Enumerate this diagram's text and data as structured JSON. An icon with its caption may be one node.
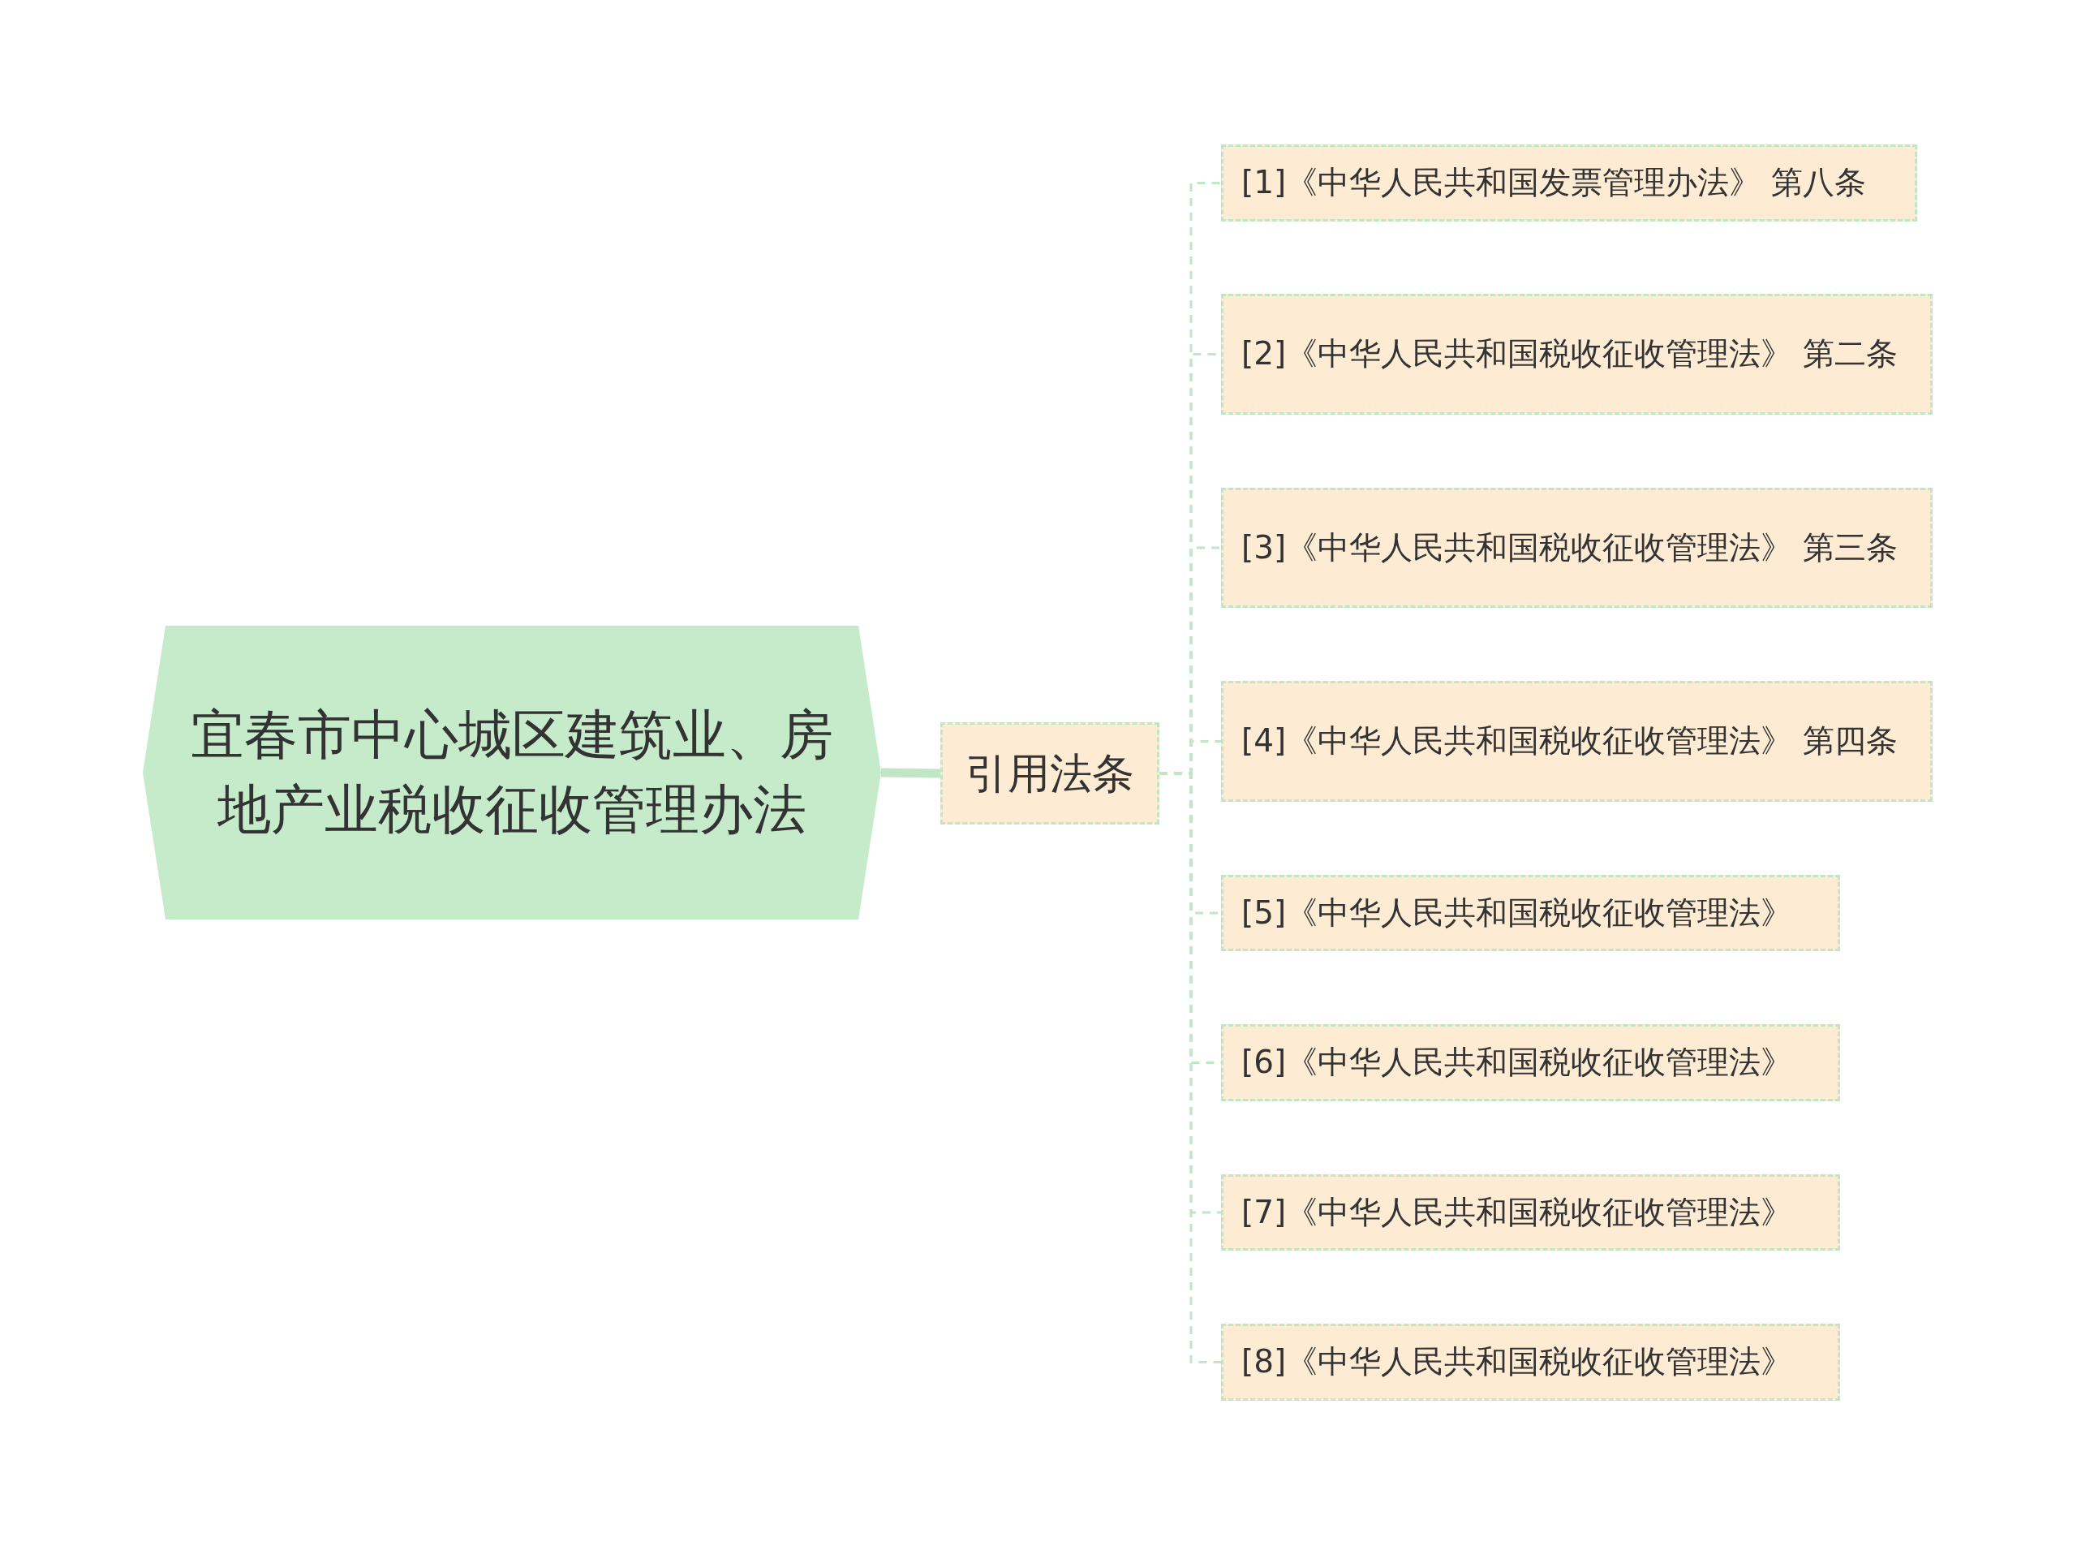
{
  "diagram": {
    "nodes": [
      {
        "text": [
          "宜春市中心城区建筑业、房地产业税收征收管理办法"
        ]
      },
      {
        "text": [
          "引用法条"
        ]
      },
      {
        "text": [
          "[1]《中华人民共和国发票管理办法》 第八条"
        ]
      },
      {
        "text": [
          "[2]《中华人民共和国税收征收管理法》 第二条"
        ]
      },
      {
        "text": [
          "[3]《中华人民共和国税收征收管理法》 第三条"
        ]
      },
      {
        "text": [
          "[4]《中华人民共和国税收征收管理法》 第四条"
        ]
      },
      {
        "text": [
          "[5]《中华人民共和国税收征收管理法》"
        ]
      },
      {
        "text": [
          "[6]《中华人民共和国税收征收管理法》"
        ]
      },
      {
        "text": [
          "[7]《中华人民共和国税收征收管理法》"
        ]
      },
      {
        "text": [
          "[8]《中华人民共和国税收征收管理法》"
        ]
      }
    ],
    "edges": [
      {
        "from": 0,
        "to": 1,
        "arrow": "none",
        "style": "thick"
      },
      {
        "from": 1,
        "to": 2,
        "arrow": "none",
        "style": "dashed"
      },
      {
        "from": 1,
        "to": 3,
        "arrow": "none",
        "style": "dashed"
      },
      {
        "from": 1,
        "to": 4,
        "arrow": "none",
        "style": "dashed"
      },
      {
        "from": 1,
        "to": 5,
        "arrow": "none",
        "style": "dashed"
      },
      {
        "from": 1,
        "to": 6,
        "arrow": "none",
        "style": "dashed"
      },
      {
        "from": 1,
        "to": 7,
        "arrow": "none",
        "style": "dashed"
      },
      {
        "from": 1,
        "to": 8,
        "arrow": "none",
        "style": "dashed"
      },
      {
        "from": 1,
        "to": 9,
        "arrow": "none",
        "style": "dashed"
      }
    ]
  }
}
